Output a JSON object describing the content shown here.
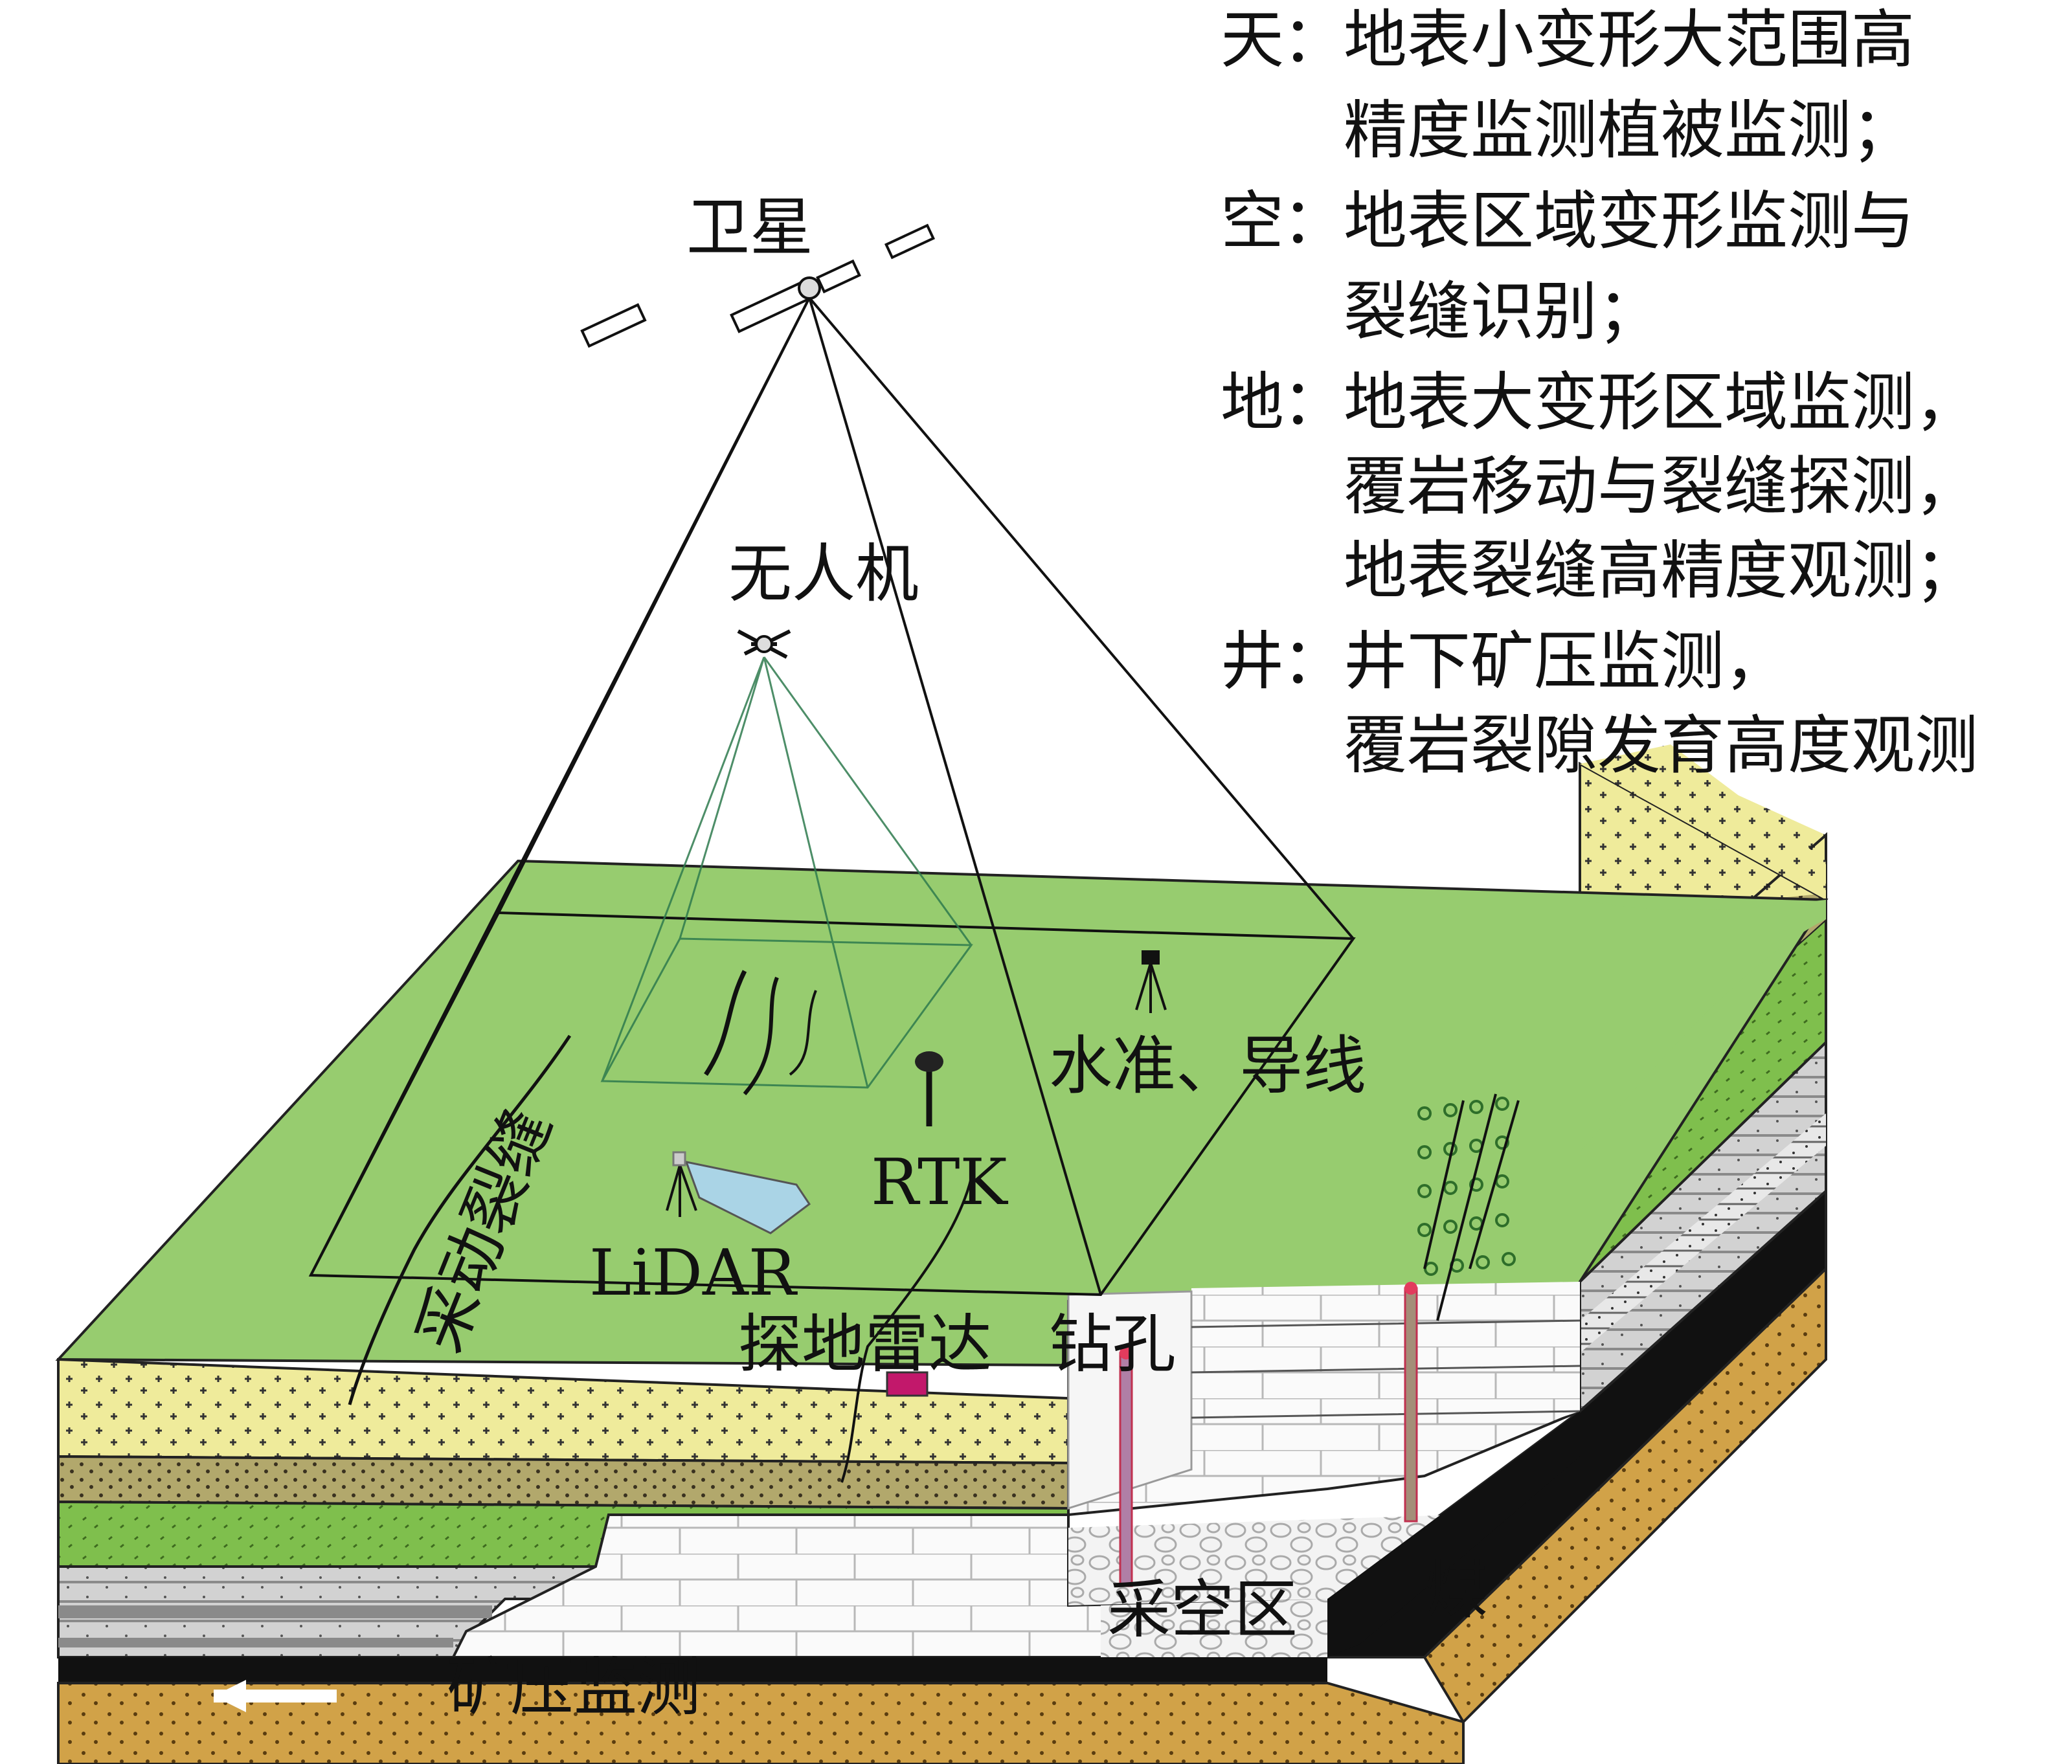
{
  "legend": [
    {
      "key": "天",
      "sep": "：",
      "lines": [
        "地表小变形大范围高",
        "精度监测植被监测；"
      ]
    },
    {
      "key": "空",
      "sep": "：",
      "lines": [
        "地表区域变形监测与",
        "裂缝识别；"
      ]
    },
    {
      "key": "地",
      "sep": "：",
      "lines": [
        "地表大变形区域监测，",
        "覆岩移动与裂缝探测，",
        "地表裂缝高精度观测；"
      ]
    },
    {
      "key": "井",
      "sep": "：",
      "lines": [
        "井下矿压监测，",
        "覆岩裂隙发育高度观测"
      ]
    }
  ],
  "labels": {
    "satellite": "卫星",
    "drone": "无人机",
    "leveling": "水准、导线",
    "rtk": "RTK",
    "lidar": "LiDAR",
    "mining_crack": "采动裂缝",
    "gpr": "探地雷达",
    "borehole": "钻孔",
    "goaf": "采空区",
    "coal": "煤",
    "pressure": "矿压监测"
  },
  "colors": {
    "surface": "#97cc6f",
    "sand": "#efeb9b",
    "olive": "#b2a86c",
    "green_layer": "#7fbf4d",
    "grey_rock": "#cfcfcf",
    "coal": "#111111",
    "bottom": "#d1a248",
    "borehole": "#c16a9a"
  }
}
